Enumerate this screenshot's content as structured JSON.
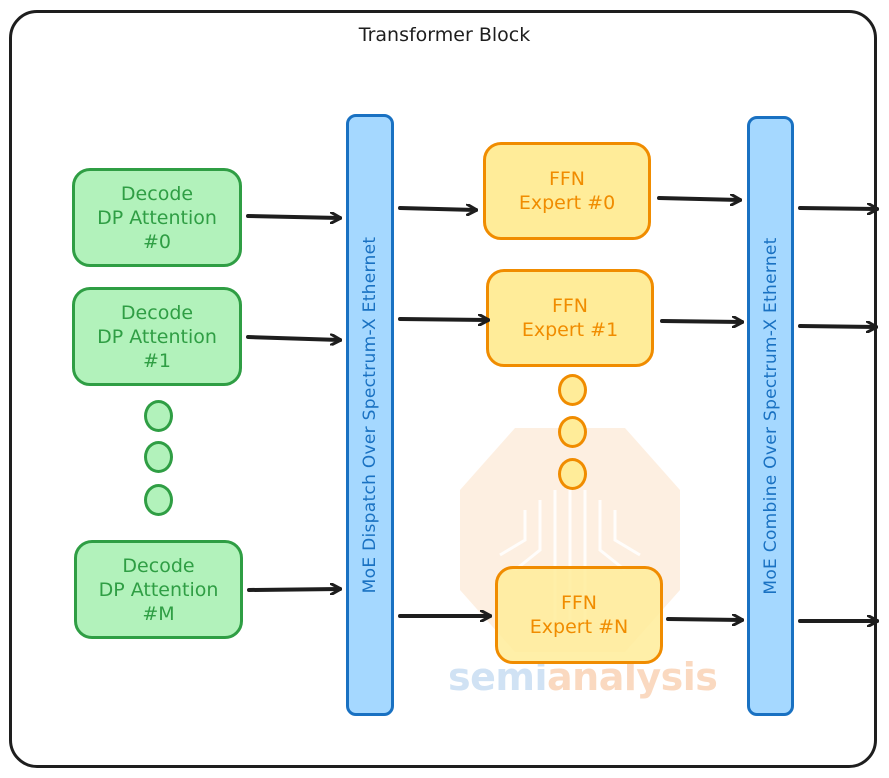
{
  "title": "Transformer Block",
  "attention": [
    {
      "label": "Decode\nDP Attention\n#0"
    },
    {
      "label": "Decode\nDP Attention\n#1"
    },
    {
      "label": "Decode\nDP Attention\n#M"
    }
  ],
  "experts": [
    {
      "label": "FFN\nExpert #0"
    },
    {
      "label": "FFN\nExpert #1"
    },
    {
      "label": "FFN\nExpert #N"
    }
  ],
  "dispatch_label": "MoE Dispatch Over Spectrum-X Ethernet",
  "combine_label": "MoE Combine Over Spectrum-X Ethernet",
  "watermark": {
    "part1": "semi",
    "part2": "analysis"
  },
  "colors": {
    "attention_fill": "#b2f2bb",
    "attention_stroke": "#2f9e44",
    "expert_fill": "#ffec99",
    "expert_stroke": "#f08c00",
    "bus_fill": "#a5d8ff",
    "bus_stroke": "#1971c2"
  }
}
